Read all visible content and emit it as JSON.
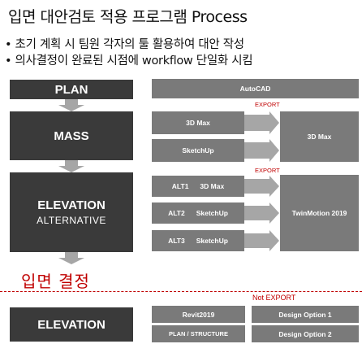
{
  "title": "입면 대안검토 적용 프로그램 Process",
  "bullets": [
    "• 초기 계획 시 팀원 각자의 툴 활용하여 대안 작성",
    "• 의사결정이 완료된 시점에 workflow 단일화 시킴"
  ],
  "stages": {
    "plan": "PLAN",
    "mass": "MASS",
    "elevation_alt": {
      "main": "ELEVATION",
      "sub": "ALTERNATIVE"
    },
    "elevation": "ELEVATION"
  },
  "tools": {
    "autocad": "AutoCAD",
    "mass_3dmax": "3D Max",
    "mass_sketchup": "SketchUp",
    "mass_out": "3D Max",
    "alt1": {
      "label": "ALT1",
      "tool": "3D Max"
    },
    "alt2": {
      "label": "ALT2",
      "tool": "SketchUp"
    },
    "alt3": {
      "label": "ALT3",
      "tool": "SketchUp"
    },
    "twinmotion": "TwinMotion 2019",
    "revit": "Revit2019",
    "plan_structure": "PLAN / STRUCTURE",
    "design_option1": "Design Option 1",
    "design_option2": "Design Option 2"
  },
  "labels": {
    "export1": "EXPORT",
    "export2": "EXPORT",
    "not_export": "Not EXPORT",
    "decision": "입면 결정"
  },
  "colors": {
    "stage": "#3a3a3a",
    "tool": "#7a7a7a",
    "arrow": "#a6a6a6",
    "accent_red": "#c00000"
  }
}
